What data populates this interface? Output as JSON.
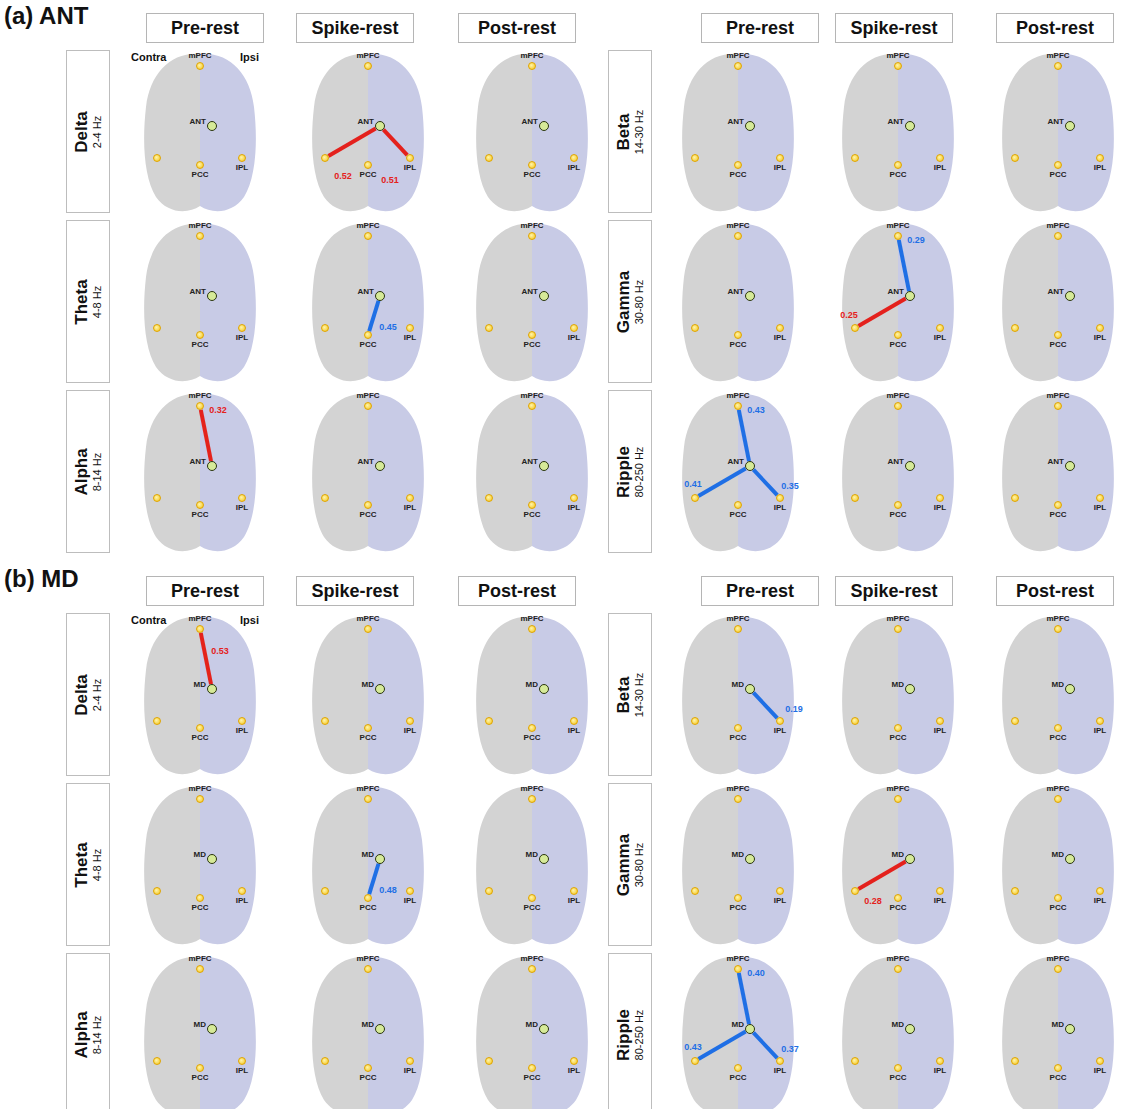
{
  "diagram": {
    "nodes": [
      {
        "text": [
          "Pre-rest"
        ]
      },
      {
        "text": [
          "Spike-rest"
        ]
      },
      {
        "text": [
          "Post-rest"
        ]
      },
      {
        "text": [
          "Pre-rest"
        ]
      },
      {
        "text": [
          "Spike-rest"
        ]
      },
      {
        "text": [
          "Post-rest"
        ]
      },
      {
        "text": [
          "Delta",
          "2-4 Hz"
        ]
      },
      {
        "text": [
          "mPFC"
        ]
      },
      {
        "text": [
          "ANT"
        ]
      },
      {
        "text": []
      },
      {
        "text": [
          "PCC"
        ]
      },
      {
        "text": [
          "IPL"
        ]
      },
      {
        "text": [
          "mPFC"
        ]
      },
      {
        "text": [
          "ANT"
        ]
      },
      {
        "text": []
      },
      {
        "text": [
          "PCC"
        ]
      },
      {
        "text": [
          "IPL"
        ]
      },
      {
        "text": [
          "mPFC"
        ]
      },
      {
        "text": [
          "ANT"
        ]
      },
      {
        "text": []
      },
      {
        "text": [
          "PCC"
        ]
      },
      {
        "text": [
          "IPL"
        ]
      },
      {
        "text": [
          "Beta",
          "14-30 Hz"
        ]
      },
      {
        "text": [
          "mPFC"
        ]
      },
      {
        "text": [
          "ANT"
        ]
      },
      {
        "text": []
      },
      {
        "text": [
          "PCC"
        ]
      },
      {
        "text": [
          "IPL"
        ]
      },
      {
        "text": [
          "mPFC"
        ]
      },
      {
        "text": [
          "ANT"
        ]
      },
      {
        "text": []
      },
      {
        "text": [
          "PCC"
        ]
      },
      {
        "text": [
          "IPL"
        ]
      },
      {
        "text": [
          "mPFC"
        ]
      },
      {
        "text": [
          "ANT"
        ]
      },
      {
        "text": []
      },
      {
        "text": [
          "PCC"
        ]
      },
      {
        "text": [
          "IPL"
        ]
      },
      {
        "text": [
          "Theta",
          "4-8 Hz"
        ]
      },
      {
        "text": [
          "mPFC"
        ]
      },
      {
        "text": [
          "ANT"
        ]
      },
      {
        "text": []
      },
      {
        "text": [
          "PCC"
        ]
      },
      {
        "text": [
          "IPL"
        ]
      },
      {
        "text": [
          "mPFC"
        ]
      },
      {
        "text": [
          "ANT"
        ]
      },
      {
        "text": []
      },
      {
        "text": [
          "PCC"
        ]
      },
      {
        "text": [
          "IPL"
        ]
      },
      {
        "text": [
          "mPFC"
        ]
      },
      {
        "text": [
          "ANT"
        ]
      },
      {
        "text": []
      },
      {
        "text": [
          "PCC"
        ]
      },
      {
        "text": [
          "IPL"
        ]
      },
      {
        "text": [
          "Gamma",
          "30-80 Hz"
        ]
      },
      {
        "text": [
          "mPFC"
        ]
      },
      {
        "text": [
          "ANT"
        ]
      },
      {
        "text": []
      },
      {
        "text": [
          "PCC"
        ]
      },
      {
        "text": [
          "IPL"
        ]
      },
      {
        "text": [
          "mPFC"
        ]
      },
      {
        "text": [
          "ANT"
        ]
      },
      {
        "text": []
      },
      {
        "text": [
          "PCC"
        ]
      },
      {
        "text": [
          "IPL"
        ]
      },
      {
        "text": [
          "mPFC"
        ]
      },
      {
        "text": [
          "ANT"
        ]
      },
      {
        "text": []
      },
      {
        "text": [
          "PCC"
        ]
      },
      {
        "text": [
          "IPL"
        ]
      },
      {
        "text": [
          "Alpha",
          "8-14 Hz"
        ]
      },
      {
        "text": [
          "mPFC"
        ]
      },
      {
        "text": [
          "ANT"
        ]
      },
      {
        "text": []
      },
      {
        "text": [
          "PCC"
        ]
      },
      {
        "text": [
          "IPL"
        ]
      },
      {
        "text": [
          "mPFC"
        ]
      },
      {
        "text": [
          "ANT"
        ]
      },
      {
        "text": []
      },
      {
        "text": [
          "PCC"
        ]
      },
      {
        "text": [
          "IPL"
        ]
      },
      {
        "text": [
          "mPFC"
        ]
      },
      {
        "text": [
          "ANT"
        ]
      },
      {
        "text": []
      },
      {
        "text": [
          "PCC"
        ]
      },
      {
        "text": [
          "IPL"
        ]
      },
      {
        "text": [
          "Ripple",
          "80-250 Hz"
        ]
      },
      {
        "text": [
          "mPFC"
        ]
      },
      {
        "text": [
          "ANT"
        ]
      },
      {
        "text": []
      },
      {
        "text": [
          "PCC"
        ]
      },
      {
        "text": [
          "IPL"
        ]
      },
      {
        "text": [
          "mPFC"
        ]
      },
      {
        "text": [
          "ANT"
        ]
      },
      {
        "text": []
      },
      {
        "text": [
          "PCC"
        ]
      },
      {
        "text": [
          "IPL"
        ]
      },
      {
        "text": [
          "mPFC"
        ]
      },
      {
        "text": [
          "ANT"
        ]
      },
      {
        "text": []
      },
      {
        "text": [
          "PCC"
        ]
      },
      {
        "text": [
          "IPL"
        ]
      },
      {
        "text": [
          "Pre-rest"
        ]
      },
      {
        "text": [
          "Spike-rest"
        ]
      },
      {
        "text": [
          "Post-rest"
        ]
      },
      {
        "text": [
          "Pre-rest"
        ]
      },
      {
        "text": [
          "Spike-rest"
        ]
      },
      {
        "text": [
          "Post-rest"
        ]
      },
      {
        "text": [
          "Delta",
          "2-4 Hz"
        ]
      },
      {
        "text": [
          "mPFC"
        ]
      },
      {
        "text": [
          "MD"
        ]
      },
      {
        "text": []
      },
      {
        "text": [
          "PCC"
        ]
      },
      {
        "text": [
          "IPL"
        ]
      },
      {
        "text": [
          "mPFC"
        ]
      },
      {
        "text": [
          "MD"
        ]
      },
      {
        "text": []
      },
      {
        "text": [
          "PCC"
        ]
      },
      {
        "text": [
          "IPL"
        ]
      },
      {
        "text": [
          "mPFC"
        ]
      },
      {
        "text": [
          "MD"
        ]
      },
      {
        "text": []
      },
      {
        "text": [
          "PCC"
        ]
      },
      {
        "text": [
          "IPL"
        ]
      },
      {
        "text": [
          "Beta",
          "14-30 Hz"
        ]
      },
      {
        "text": [
          "mPFC"
        ]
      },
      {
        "text": [
          "MD"
        ]
      },
      {
        "text": []
      },
      {
        "text": [
          "PCC"
        ]
      },
      {
        "text": [
          "IPL"
        ]
      },
      {
        "text": [
          "mPFC"
        ]
      },
      {
        "text": [
          "MD"
        ]
      },
      {
        "text": []
      },
      {
        "text": [
          "PCC"
        ]
      },
      {
        "text": [
          "IPL"
        ]
      },
      {
        "text": [
          "mPFC"
        ]
      },
      {
        "text": [
          "MD"
        ]
      },
      {
        "text": []
      },
      {
        "text": [
          "PCC"
        ]
      },
      {
        "text": [
          "IPL"
        ]
      },
      {
        "text": [
          "Theta",
          "4-8 Hz"
        ]
      },
      {
        "text": [
          "mPFC"
        ]
      },
      {
        "text": [
          "MD"
        ]
      },
      {
        "text": []
      },
      {
        "text": [
          "PCC"
        ]
      },
      {
        "text": [
          "IPL"
        ]
      },
      {
        "text": [
          "mPFC"
        ]
      },
      {
        "text": [
          "MD"
        ]
      },
      {
        "text": []
      },
      {
        "text": [
          "PCC"
        ]
      },
      {
        "text": [
          "IPL"
        ]
      },
      {
        "text": [
          "mPFC"
        ]
      },
      {
        "text": [
          "MD"
        ]
      },
      {
        "text": []
      },
      {
        "text": [
          "PCC"
        ]
      },
      {
        "text": [
          "IPL"
        ]
      },
      {
        "text": [
          "Gamma",
          "30-80 Hz"
        ]
      },
      {
        "text": [
          "mPFC"
        ]
      },
      {
        "text": [
          "MD"
        ]
      },
      {
        "text": []
      },
      {
        "text": [
          "PCC"
        ]
      },
      {
        "text": [
          "IPL"
        ]
      },
      {
        "text": [
          "mPFC"
        ]
      },
      {
        "text": [
          "MD"
        ]
      },
      {
        "text": []
      },
      {
        "text": [
          "PCC"
        ]
      },
      {
        "text": [
          "IPL"
        ]
      },
      {
        "text": [
          "mPFC"
        ]
      },
      {
        "text": [
          "MD"
        ]
      },
      {
        "text": []
      },
      {
        "text": [
          "PCC"
        ]
      },
      {
        "text": [
          "IPL"
        ]
      },
      {
        "text": [
          "Alpha",
          "8-14 Hz"
        ]
      },
      {
        "text": [
          "mPFC"
        ]
      },
      {
        "text": [
          "MD"
        ]
      },
      {
        "text": []
      },
      {
        "text": [
          "PCC"
        ]
      },
      {
        "text": [
          "IPL"
        ]
      },
      {
        "text": [
          "mPFC"
        ]
      },
      {
        "text": [
          "MD"
        ]
      },
      {
        "text": []
      },
      {
        "text": [
          "PCC"
        ]
      },
      {
        "text": [
          "IPL"
        ]
      },
      {
        "text": [
          "mPFC"
        ]
      },
      {
        "text": [
          "MD"
        ]
      },
      {
        "text": []
      },
      {
        "text": [
          "PCC"
        ]
      },
      {
        "text": [
          "IPL"
        ]
      },
      {
        "text": [
          "Ripple",
          "80-250 Hz"
        ]
      },
      {
        "text": [
          "mPFC"
        ]
      },
      {
        "text": [
          "MD"
        ]
      },
      {
        "text": []
      },
      {
        "text": [
          "PCC"
        ]
      },
      {
        "text": [
          "IPL"
        ]
      },
      {
        "text": [
          "mPFC"
        ]
      },
      {
        "text": [
          "MD"
        ]
      },
      {
        "text": []
      },
      {
        "text": [
          "PCC"
        ]
      },
      {
        "text": [
          "IPL"
        ]
      },
      {
        "text": [
          "mPFC"
        ]
      },
      {
        "text": [
          "MD"
        ]
      },
      {
        "text": []
      },
      {
        "text": [
          "PCC"
        ]
      },
      {
        "text": [
          "IPL"
        ]
      }
    ],
    "edges": [
      {
        "from": 13,
        "to": 14,
        "arrow": "none",
        "label": "0.52"
      },
      {
        "from": 13,
        "to": 16,
        "arrow": "none",
        "label": "0.51"
      },
      {
        "from": 45,
        "to": 47,
        "arrow": "none",
        "label": "0.45"
      },
      {
        "from": 72,
        "to": 71,
        "arrow": "none",
        "label": "0.32"
      },
      {
        "from": 61,
        "to": 60,
        "arrow": "none",
        "label": "0.29"
      },
      {
        "from": 61,
        "to": 62,
        "arrow": "none",
        "label": "0.25"
      },
      {
        "from": 88,
        "to": 87,
        "arrow": "none",
        "label": "0.43"
      },
      {
        "from": 88,
        "to": 89,
        "arrow": "none",
        "label": "0.41"
      },
      {
        "from": 88,
        "to": 91,
        "arrow": "none",
        "label": "0.35"
      },
      {
        "from": 110,
        "to": 109,
        "arrow": "none",
        "label": "0.53"
      },
      {
        "from": 147,
        "to": 149,
        "arrow": "none",
        "label": "0.48"
      },
      {
        "from": 126,
        "to": 129,
        "arrow": "none",
        "label": "0.19"
      },
      {
        "from": 163,
        "to": 164,
        "arrow": "none",
        "label": "0.28"
      },
      {
        "from": 190,
        "to": 189,
        "arrow": "none",
        "label": "0.40"
      },
      {
        "from": 190,
        "to": 191,
        "arrow": "none",
        "label": "0.43"
      },
      {
        "from": 190,
        "to": 193,
        "arrow": "none",
        "label": "0.37"
      }
    ],
    "labels": [
      "(a) ANT",
      "Contra",
      "Ipsi",
      "(b) MD",
      "Contra",
      "Ipsi"
    ]
  }
}
